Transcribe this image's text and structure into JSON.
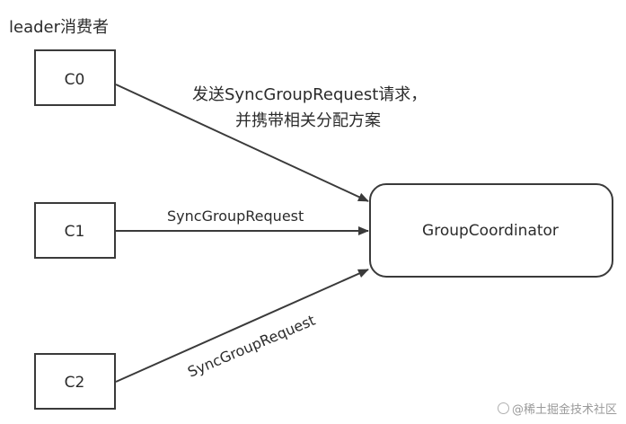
{
  "title": "leader消费者",
  "nodes": {
    "c0": "C0",
    "c1": "C1",
    "c2": "C2",
    "coordinator": "GroupCoordinator"
  },
  "edges": {
    "c0_line1": "发送SyncGroupRequest请求，",
    "c0_line2": "并携带相关分配方案",
    "c1": "SyncGroupRequest",
    "c2": "SyncGroupRequest"
  },
  "watermark": "@稀土掘金技术社区",
  "colors": {
    "stroke": "#3a3a3a",
    "text": "#2b2b2b"
  }
}
